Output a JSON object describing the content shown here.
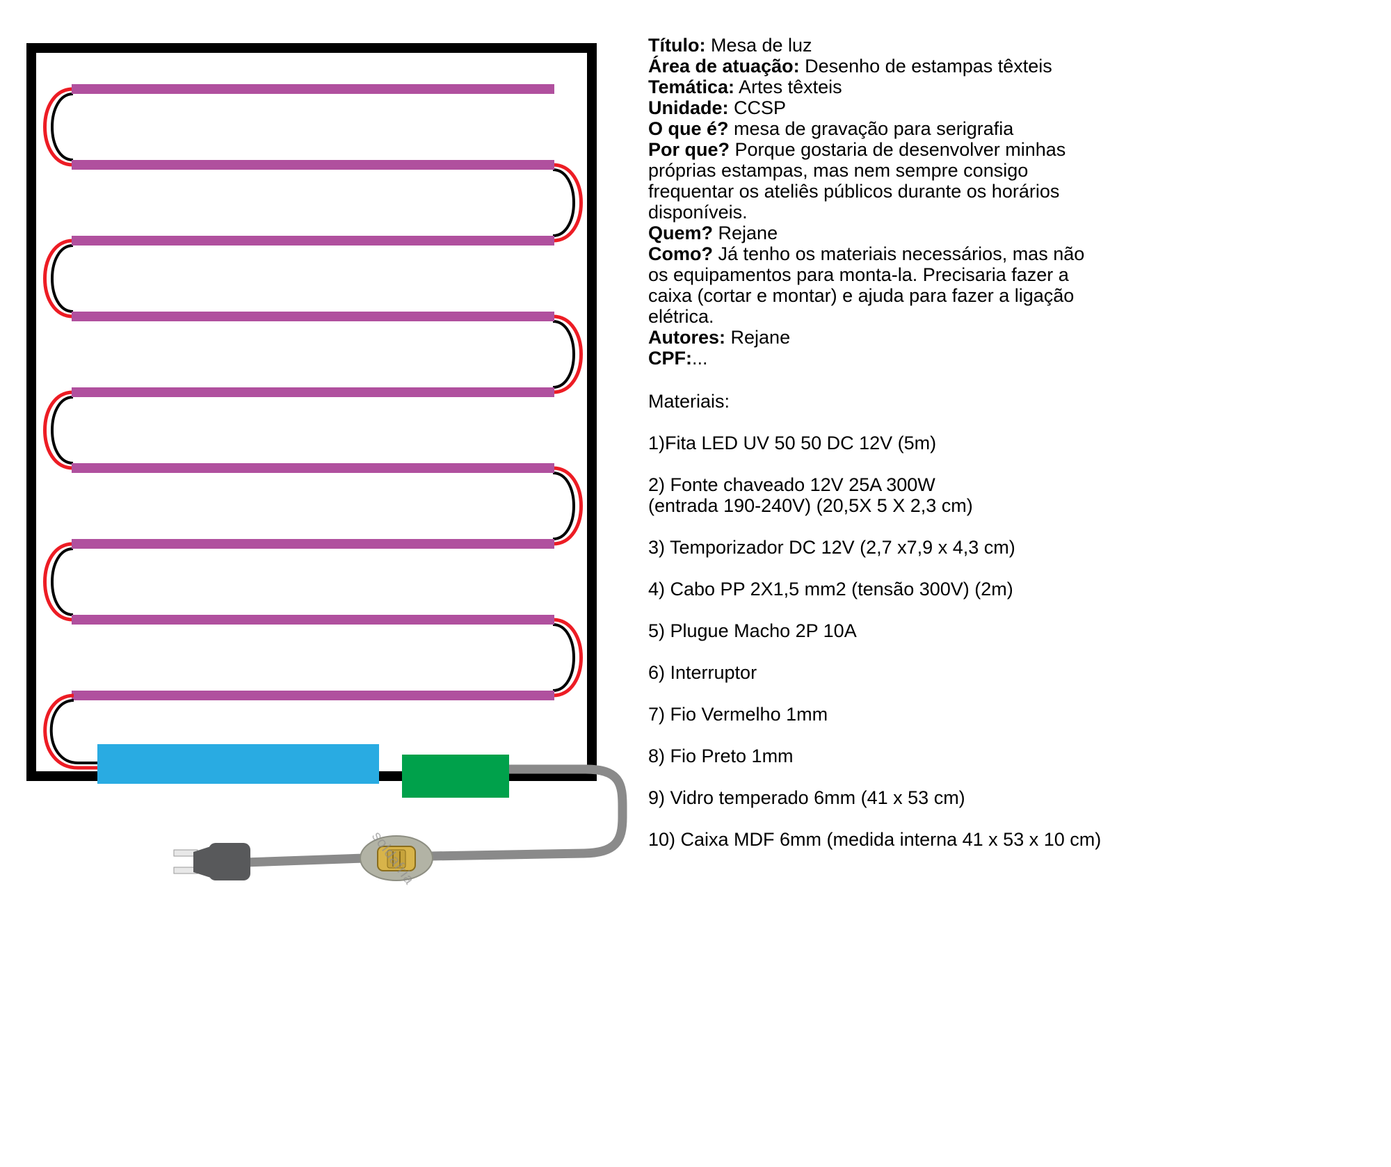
{
  "info": {
    "fields": [
      {
        "label": "Título:",
        "value": " Mesa de luz"
      },
      {
        "label": "Área de atuação:",
        "value": " Desenho de estampas têxteis"
      },
      {
        "label": "Temática:",
        "value": " Artes têxteis"
      },
      {
        "label": "Unidade:",
        "value": " CCSP"
      },
      {
        "label": "O que é?",
        "value": " mesa de gravação para serigrafia"
      },
      {
        "label": "Por que?",
        "value": " Porque gostaria de desenvolver minhas próprias estampas, mas nem sempre consigo frequentar os ateliês públicos durante os horários disponíveis."
      },
      {
        "label": "Quem?",
        "value": " Rejane"
      },
      {
        "label": "Como?",
        "value": " Já tenho os materiais necessários, mas não os equipamentos para monta-la. Precisaria fazer a caixa (cortar e montar) e ajuda para fazer a ligação elétrica."
      },
      {
        "label": "Autores:",
        "value": " Rejane"
      },
      {
        "label": "CPF:",
        "value": "..."
      }
    ]
  },
  "materials": {
    "heading": "Materiais:",
    "items": [
      "1)Fita LED UV 50 50 DC 12V (5m)",
      "2) Fonte chaveado 12V 25A 300W\n(entrada 190-240V) (20,5X 5 X 2,3 cm)",
      "3) Temporizador DC 12V (2,7 x7,9 x 4,3 cm)",
      "4) Cabo PP 2X1,5 mm2 (tensão 300V) (2m)",
      "5) Plugue Macho 2P 10A",
      "6) Interruptor",
      "7) Fio Vermelho 1mm",
      "8) Fio Preto 1mm",
      "9) Vidro temperado 6mm  (41 x 53 cm)",
      "10) Caixa MDF 6mm (medida interna 41 x 53 x 10 cm)"
    ]
  },
  "diagram": {
    "led_strip_count": 9,
    "watermark": "soldafria",
    "colors": {
      "frame": "#000000",
      "led_strip": "#b0509e",
      "wire_red": "#ed1c24",
      "wire_black": "#000000",
      "power_supply": "#29abe2",
      "timer": "#00a14b",
      "cable": "#8a8a8a",
      "plug_body": "#58595b",
      "plug_prong": "#e8e8e8",
      "switch_body": "#b2b3a5",
      "switch_rocker": "#d8b44a"
    }
  }
}
